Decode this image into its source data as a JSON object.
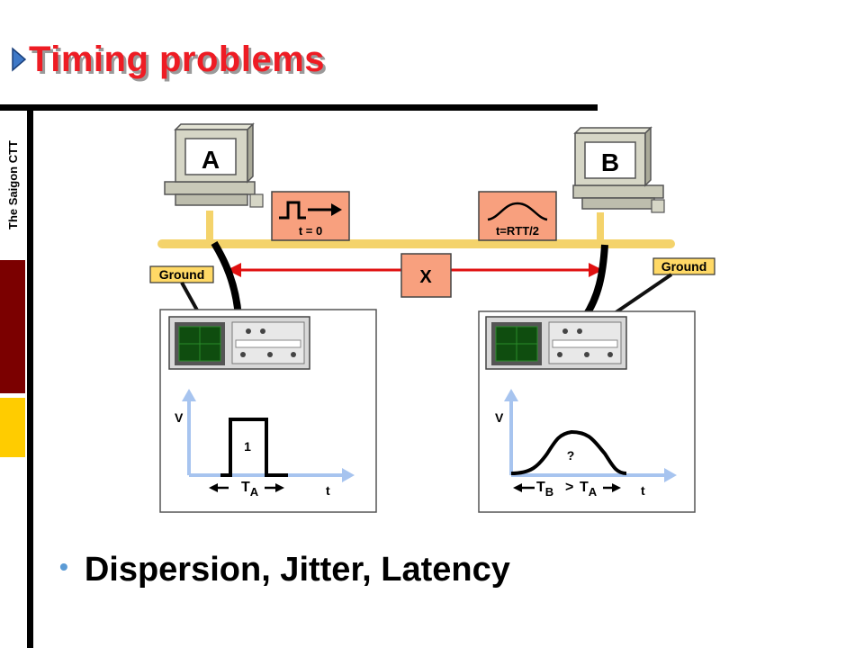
{
  "slide": {
    "title": "Timing problems",
    "side_label": "The Saigon CTT",
    "bullet_text": "Dispersion, Jitter, Latency"
  },
  "diagram": {
    "computer_a_label": "A",
    "computer_b_label": "B",
    "pulse_label": "t = 0",
    "rtt_label": "t=RTT/2",
    "link_label": "X",
    "ground_left": "Ground",
    "ground_right": "Ground",
    "left_plot": {
      "y_axis": "V",
      "x_axis": "t",
      "pulse_value": "1",
      "time_main": "T",
      "time_sub": "A"
    },
    "right_plot": {
      "y_axis": "V",
      "x_axis": "t",
      "pulse_value": "?",
      "time_b_main": "T",
      "time_b_sub": "B",
      "compare": ">",
      "time_a_main": "T",
      "time_a_sub": "A"
    },
    "colors": {
      "bus": "#f4d36b",
      "box": "#f8a07e",
      "arrow": "#e01010",
      "axis": "#a7c4ef",
      "ground": "#ffd966"
    }
  }
}
